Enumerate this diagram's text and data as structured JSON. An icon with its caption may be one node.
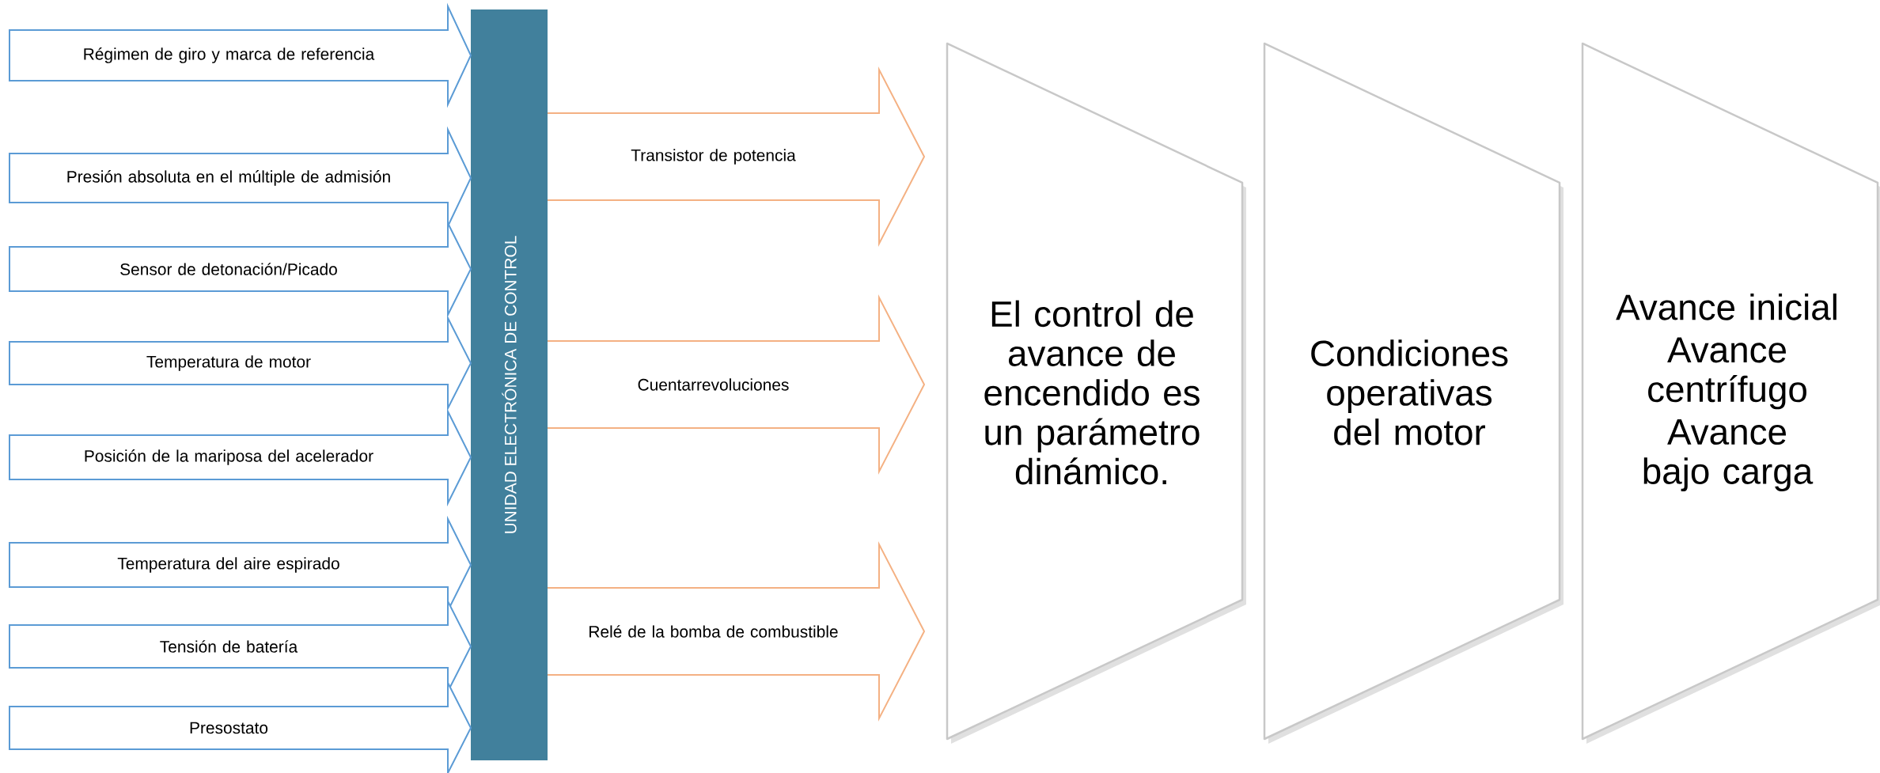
{
  "diagram": {
    "nodes": [
      {
        "text": [
          "UNIDAD ELECTRÓNICA DE CONTROL"
        ]
      },
      {
        "text": [
          "El control de avance de encendido es un parámetro dinámico."
        ]
      },
      {
        "text": [
          "Condiciones operativas del motor"
        ]
      },
      {
        "text": [
          "Avance inicial",
          "Avance centrífugo",
          "Avance bajo carga"
        ]
      }
    ],
    "edges": [
      {
        "from": null,
        "to": 0,
        "arrow": "to",
        "label": "Régimen de giro y marca de referencia"
      },
      {
        "from": null,
        "to": 0,
        "arrow": "to",
        "label": "Presión absoluta en el múltiple de admisión"
      },
      {
        "from": null,
        "to": 0,
        "arrow": "to",
        "label": "Sensor de detonación/Picado"
      },
      {
        "from": null,
        "to": 0,
        "arrow": "to",
        "label": "Temperatura de motor"
      },
      {
        "from": null,
        "to": 0,
        "arrow": "to",
        "label": "Posición de la mariposa del acelerador"
      },
      {
        "from": null,
        "to": 0,
        "arrow": "to",
        "label": "Temperatura del aire espirado"
      },
      {
        "from": null,
        "to": 0,
        "arrow": "to",
        "label": "Tensión de batería"
      },
      {
        "from": null,
        "to": 0,
        "arrow": "to",
        "label": "Presostato"
      },
      {
        "from": 0,
        "to": 1,
        "arrow": "to",
        "label": "Transistor de potencia",
        "color": "#f4b183"
      },
      {
        "from": 0,
        "to": 1,
        "arrow": "to",
        "label": "Cuentarrevoluciones",
        "color": "#f4b183"
      },
      {
        "from": 0,
        "to": 1,
        "arrow": "to",
        "label": "Relé de la bomba de combustible",
        "color": "#f4b183"
      }
    ]
  }
}
